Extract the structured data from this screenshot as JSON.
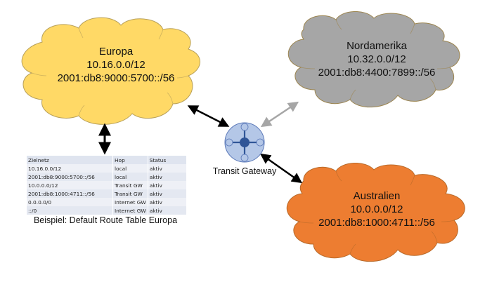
{
  "clouds": [
    {
      "name": "Europa",
      "ipv4": "10.16.0.0/12",
      "ipv6": "2001:db8:9000:5700::/56",
      "fill": "#ffd966",
      "stroke": "#b8a05a"
    },
    {
      "name": "Nordamerika",
      "ipv4": "10.32.0.0/12",
      "ipv6": "2001:db8:4400:7899::/56",
      "fill": "#a6a6a6",
      "stroke": "#9c8550"
    },
    {
      "name": "Australien",
      "ipv4": "10.0.0.0/12",
      "ipv6": "2001:db8:1000:4711::/56",
      "fill": "#ed7d31",
      "stroke": "#b86a2a"
    }
  ],
  "gateway": {
    "label": "Transit Gateway",
    "fill": "#b4c7e7",
    "stroke": "#5a78b8",
    "hub": "#2f5597",
    "icon": "hub-icon"
  },
  "route_table": {
    "headers": [
      "Zielnetz",
      "Hop",
      "Status"
    ],
    "rows": [
      [
        "10.16.0.0/12",
        "local",
        "aktiv"
      ],
      [
        "2001:db8:9000:5700::/56",
        "local",
        "aktiv"
      ],
      [
        "10.0.0.0/12",
        "Transit GW",
        "aktiv"
      ],
      [
        "2001:db8:1000:4711::/56",
        "Transit GW",
        "aktiv"
      ],
      [
        "0.0.0.0/0",
        "Internet GW",
        "aktiv"
      ],
      [
        "::/0",
        "Internet GW",
        "aktiv"
      ]
    ],
    "caption": "Beispiel: Default Route Table Europa"
  },
  "arrow_colors": {
    "dark": "#000000",
    "light": "#a6a6a6"
  }
}
